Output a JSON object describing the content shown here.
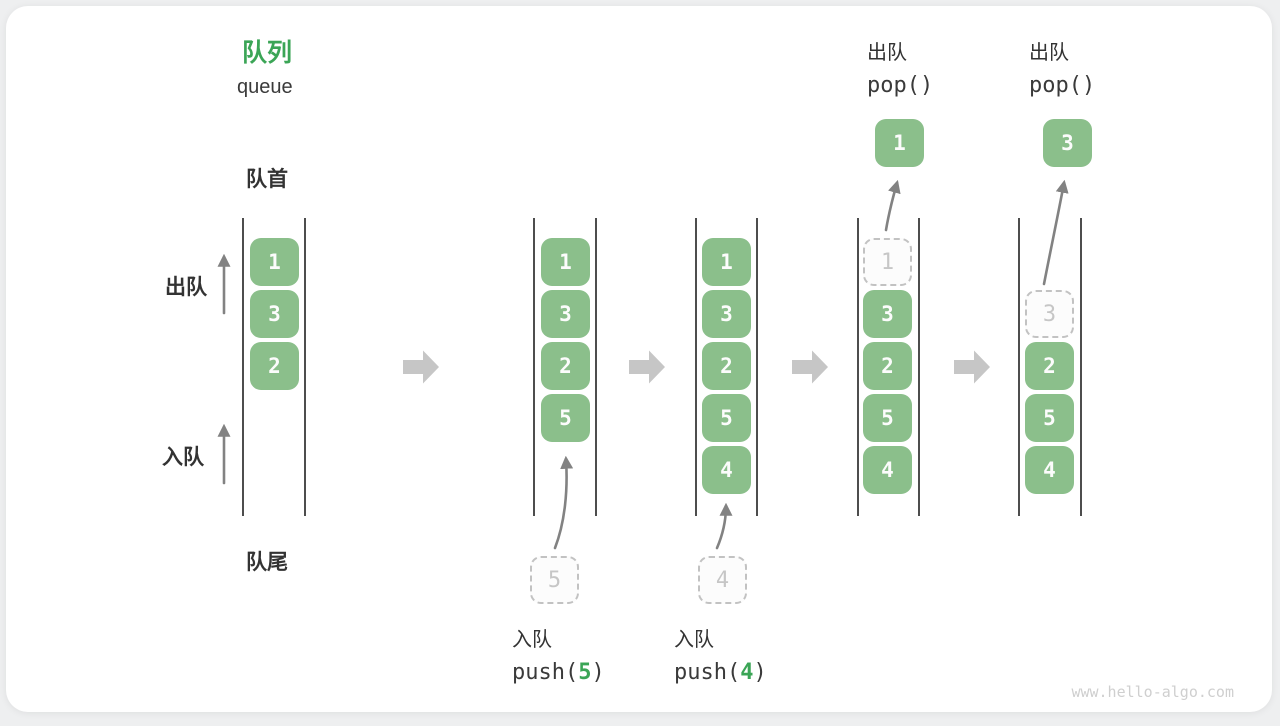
{
  "title": {
    "zh": "队列",
    "en": "queue"
  },
  "side_labels": {
    "front": "队首",
    "rear": "队尾",
    "dequeue": "出队",
    "enqueue": "入队"
  },
  "ops": {
    "push5": {
      "name": "入队",
      "fn": "push(",
      "arg": "5",
      "close": ")"
    },
    "push4": {
      "name": "入队",
      "fn": "push(",
      "arg": "4",
      "close": ")"
    },
    "pop1": {
      "name": "出队",
      "fn": "pop()"
    },
    "pop2": {
      "name": "出队",
      "fn": "pop()"
    }
  },
  "queues": [
    {
      "cells": [
        "1",
        "3",
        "2"
      ]
    },
    {
      "cells": [
        "1",
        "3",
        "2",
        "5"
      ],
      "staged": "5"
    },
    {
      "cells": [
        "1",
        "3",
        "2",
        "5",
        "4"
      ],
      "staged": "4"
    },
    {
      "ghost": "1",
      "cells": [
        "3",
        "2",
        "5",
        "4"
      ],
      "popped": "1"
    },
    {
      "ghost": "3",
      "cells": [
        "2",
        "5",
        "4"
      ],
      "popped": "3"
    }
  ],
  "watermark": "www.hello-algo.com",
  "colors": {
    "accent_green": "#3BA556",
    "cell_green": "#8BBF8B",
    "line_dark": "#4D4D4D",
    "arrow_gray": "#828282",
    "block_arrow_gray": "#C6C6C6",
    "ghost_border": "#C2C2C2",
    "ghost_text": "#C6C6C6",
    "text_dark": "#333333",
    "code_dark": "#3A3A3A",
    "watermark_gray": "#CFCFCF"
  }
}
